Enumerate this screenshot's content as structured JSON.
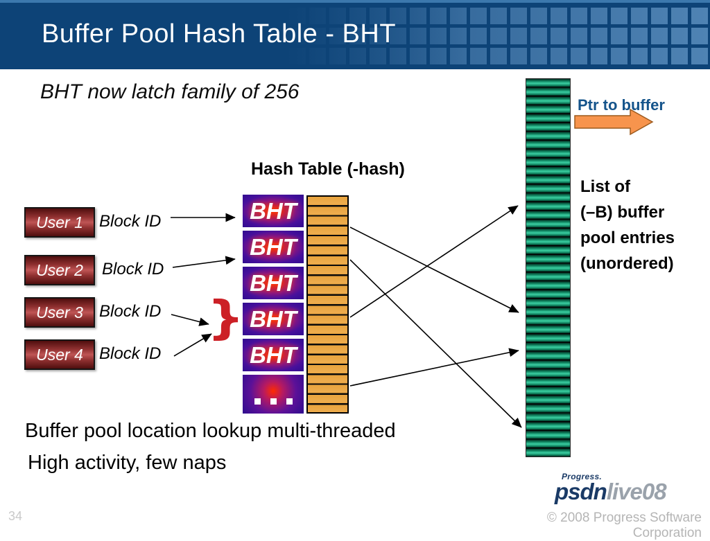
{
  "slide": {
    "header": {
      "title": "Buffer Pool Hash Table - BHT"
    },
    "subtitle": "BHT now latch family of 256",
    "hash_table_label": "Hash Table (-hash)",
    "users": [
      {
        "name": "User 1",
        "block_label": "Block ID"
      },
      {
        "name": "User 2",
        "block_label": "Block ID"
      },
      {
        "name": "User 3",
        "block_label": "Block ID"
      },
      {
        "name": "User 4",
        "block_label": "Block ID"
      }
    ],
    "bht_rows": [
      "BHT",
      "BHT",
      "BHT",
      "BHT",
      "BHT",
      "..."
    ],
    "ptr_label": "Ptr to buffer",
    "list_label_lines": [
      "List of",
      "(–B) buffer",
      "pool entries",
      "(unordered)"
    ],
    "notes": [
      "Buffer pool location lookup multi-threaded",
      "High activity, few naps"
    ],
    "logo": {
      "prefix": "Progress.",
      "brand_bold": "psdn",
      "brand_light": "live08"
    },
    "footer": {
      "page_number": "34",
      "copyright": "© 2008 Progress Software Corporation"
    },
    "colors": {
      "header_blue": "#0d4377",
      "accent_red": "#cc2026",
      "hash_orange": "#e8a33d",
      "buffer_green": "#16a177",
      "bht_purple": "#2e0c8e",
      "user_red": "#a03838",
      "ptr_arrow_orange": "#f7944d",
      "ptr_text_blue": "#15548b"
    }
  }
}
